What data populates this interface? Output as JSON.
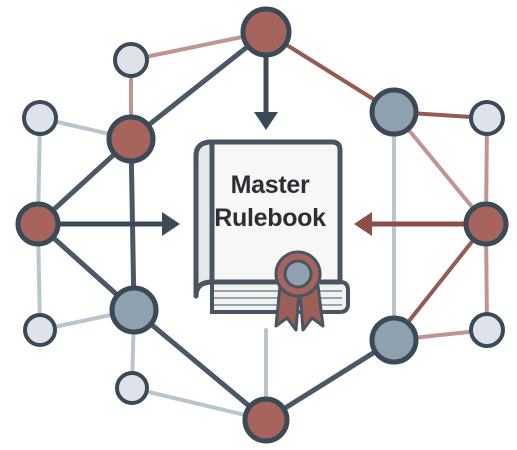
{
  "book": {
    "title_line1": "Master",
    "title_line2": "Rulebook",
    "icon": "rulebook-icon",
    "badge_icon": "award-ribbon-icon"
  },
  "colors": {
    "node_red": "#a6645c",
    "node_blue": "#8fa1ae",
    "node_light": "#dde3e8",
    "node_stroke": "#3c4a58",
    "edge_dark": "#4a5868",
    "edge_red": "#955a52",
    "edge_light": "#b9c4cc",
    "edge_pink": "#c09590",
    "book_stroke": "#4a5562",
    "book_pages": "#f2f2f0"
  },
  "network": {
    "nodes": [
      {
        "id": "top",
        "type": "red"
      },
      {
        "id": "top-left-small",
        "type": "light"
      },
      {
        "id": "upper-left-red",
        "type": "red"
      },
      {
        "id": "far-left-top",
        "type": "light"
      },
      {
        "id": "left-red",
        "type": "red"
      },
      {
        "id": "lower-left-blue",
        "type": "blue"
      },
      {
        "id": "far-left-bottom",
        "type": "light"
      },
      {
        "id": "bottom-left-small",
        "type": "light"
      },
      {
        "id": "bottom-red",
        "type": "red"
      },
      {
        "id": "upper-right-blue",
        "type": "blue"
      },
      {
        "id": "far-right-top",
        "type": "light"
      },
      {
        "id": "right-red",
        "type": "red"
      },
      {
        "id": "lower-right-blue",
        "type": "blue"
      },
      {
        "id": "far-right-bottom",
        "type": "light"
      }
    ],
    "arrows": [
      {
        "from": "top",
        "direction": "down"
      },
      {
        "from": "left-red",
        "direction": "right"
      },
      {
        "from": "right-red",
        "direction": "left"
      }
    ]
  }
}
